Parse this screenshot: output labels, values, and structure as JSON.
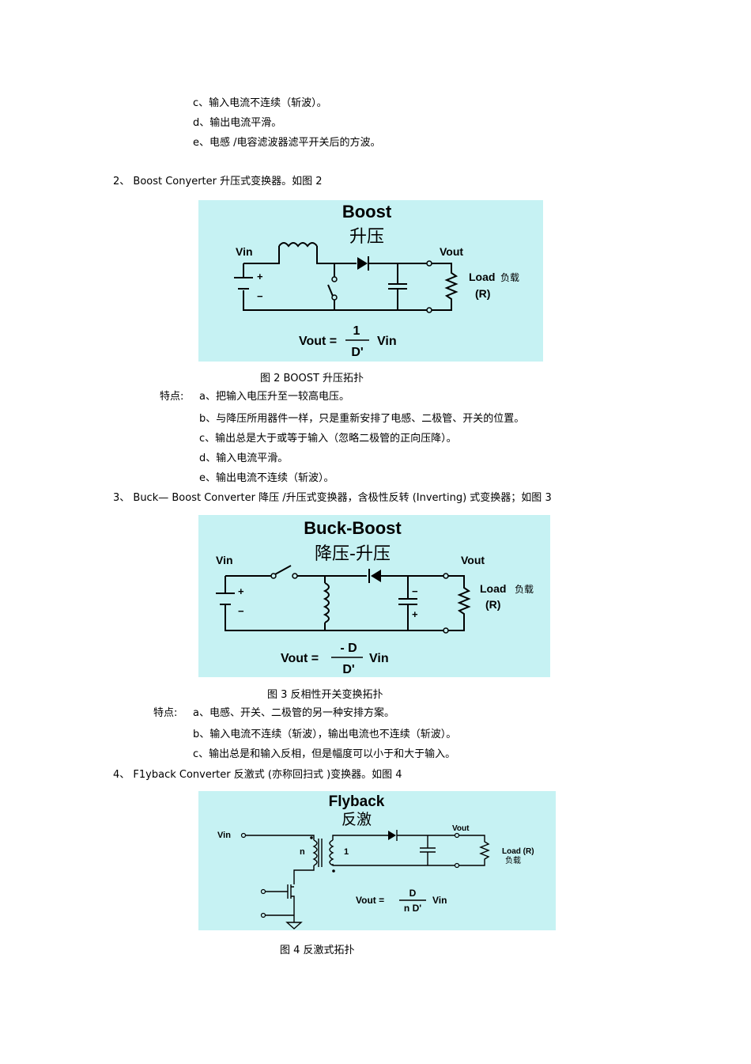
{
  "buck_tail": {
    "c": "c、输入电流不连续（斩波）。",
    "d": "d、输出电流平滑。",
    "e": "e、电感 /电容滤波器滤平开关后的方波。"
  },
  "boost": {
    "heading": "2、 Boost Conyerter  升压式变换器。如图     2",
    "diagram": {
      "title": "Boost",
      "subtitle": "升压",
      "vin": "Vin",
      "vout": "Vout",
      "plus": "+",
      "minus": "−",
      "load": "Load",
      "load_cn": "负载",
      "r": "(R)",
      "formula_lhs": "Vout =",
      "num": "1",
      "den": "D'",
      "formula_rhs": "Vin"
    },
    "caption": "图 2        BOOST  升压拓扑",
    "features_label": "特点:",
    "features": [
      "a、把输入电压升至一较高电压。",
      "b、与降压所用器件一样，只是重新安排了电感、二极管、开关的位置。",
      "c、输出总是大于或等于输入（忽略二极管的正向压降）。",
      "d、输入电流平滑。",
      "e、输出电流不连续（斩波）。"
    ]
  },
  "buckboost": {
    "heading": "3、 Buck— Boost Converter  降压 /升压式变换器，含极性反转      (Inverting)  式变换器；如图    3",
    "diagram": {
      "title": "Buck-Boost",
      "subtitle": "降压-升压",
      "vin": "Vin",
      "vout": "Vout",
      "plus": "+",
      "minus": "−",
      "load": "Load",
      "load_cn": "负载",
      "r": "(R)",
      "formula_lhs": "Vout =",
      "num": "- D",
      "den": "D'",
      "formula_rhs": "Vin"
    },
    "caption": "图 3    反相性开关变换拓扑",
    "features_label": "特点:",
    "features": [
      "a、电感、开关、二极管的另一种安排方案。",
      "b、输入电流不连续（斩波），输出电流也不连续（斩波）。",
      "c、输出总是和输入反相，但是幅度可以小于和大于输入。"
    ]
  },
  "flyback": {
    "heading": "4、 F1yback Converter  反激式  (亦称回扫式   )变换器。如图    4",
    "diagram": {
      "title": "Flyback",
      "subtitle": "反激",
      "vin": "Vin",
      "vout": "Vout",
      "n": "n",
      "one": "1",
      "load": "Load (R)",
      "load_cn": "负载",
      "formula_lhs": "Vout =",
      "num": "D",
      "den": "n D'",
      "formula_rhs": "Vin"
    },
    "caption": "图 4    反激式拓扑"
  },
  "colors": {
    "figure_bg": "#c6f2f3",
    "ink": "#000000"
  }
}
